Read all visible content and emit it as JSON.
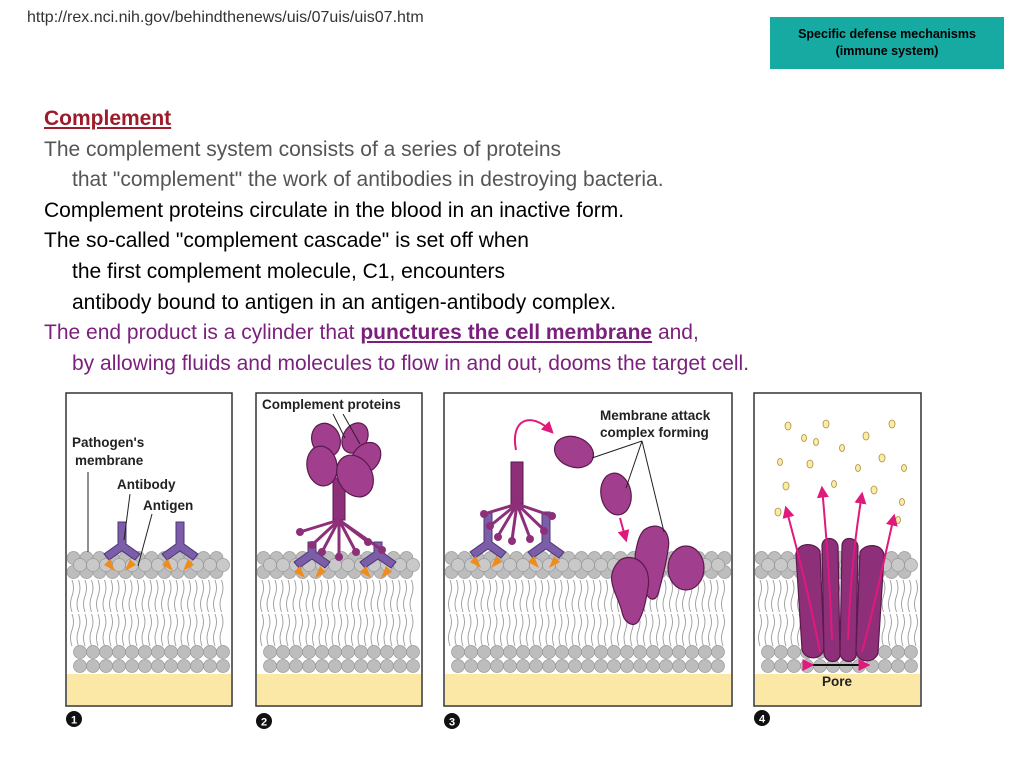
{
  "source_url": "http://rex.nci.nih.gov/behindthenews/uis/07uis/uis07.htm",
  "badge": {
    "line1": "Specific defense mechanisms",
    "line2": "(immune system)"
  },
  "content": {
    "heading": "Complement",
    "p1_line1": "The complement system consists of a series of proteins",
    "p1_line2": "that \"complement\" the work of antibodies in destroying bacteria.",
    "p2": "Complement proteins circulate in the blood in an inactive form.",
    "p3_line1": "The so-called \"complement cascade\" is set off when",
    "p3_line2": "the first complement molecule, C1, encounters",
    "p3_line3": "antibody bound to antigen in an antigen-antibody complex.",
    "p4_pre": "The end product is a cylinder that ",
    "p4_emph": "punctures the cell membrane",
    "p4_post": " and,",
    "p4_line2": "by allowing fluids and molecules to flow in and out, dooms the target cell."
  },
  "figure": {
    "panel1": {
      "label_pathogen_line1": "Pathogen's",
      "label_pathogen_line2": "membrane",
      "label_antibody": "Antibody",
      "label_antigen": "Antigen",
      "step": "1"
    },
    "panel2": {
      "label": "Complement proteins",
      "step": "2"
    },
    "panel3": {
      "label_line1": "Membrane attack",
      "label_line2": "complex forming",
      "step": "3"
    },
    "panel4": {
      "label": "Pore",
      "step": "4"
    }
  },
  "colors": {
    "heading": "#9c1c2b",
    "body_gray": "#555555",
    "purple_text": "#7a1f7c",
    "badge_bg": "#16aaa2",
    "antibody": "#7b5ea7",
    "antigen": "#f08c1a",
    "complement": "#8e2f7a",
    "arrow": "#e0197c",
    "membrane": "#bdbdbd",
    "cytoplasm": "#fbe8a6"
  }
}
